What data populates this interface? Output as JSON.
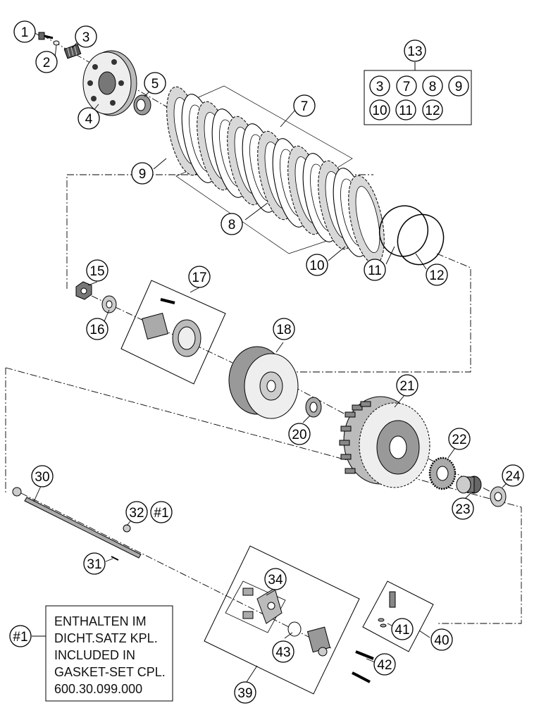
{
  "callouts": {
    "c1": "1",
    "c2": "2",
    "c3": "3",
    "c4": "4",
    "c5": "5",
    "c7": "7",
    "c8": "8",
    "c9": "9",
    "c10": "10",
    "c11": "11",
    "c12": "12",
    "c13": "13",
    "c15": "15",
    "c16": "16",
    "c17": "17",
    "c18": "18",
    "c20": "20",
    "c21": "21",
    "c22": "22",
    "c23": "23",
    "c24": "24",
    "c30": "30",
    "c31": "31",
    "c32": "32",
    "c34": "34",
    "c39": "39",
    "c40": "40",
    "c41": "41",
    "c42": "42",
    "c43": "43",
    "kit": "#1",
    "kit_ref": "#1"
  },
  "kit13": {
    "items": [
      "3",
      "7",
      "8",
      "9",
      "10",
      "11",
      "12"
    ]
  },
  "note": {
    "line1": "ENTHALTEN IM",
    "line2": "DICHT.SATZ KPL.",
    "line3": "INCLUDED IN",
    "line4": "GASKET-SET CPL.",
    "line5": "600.30.099.000"
  }
}
